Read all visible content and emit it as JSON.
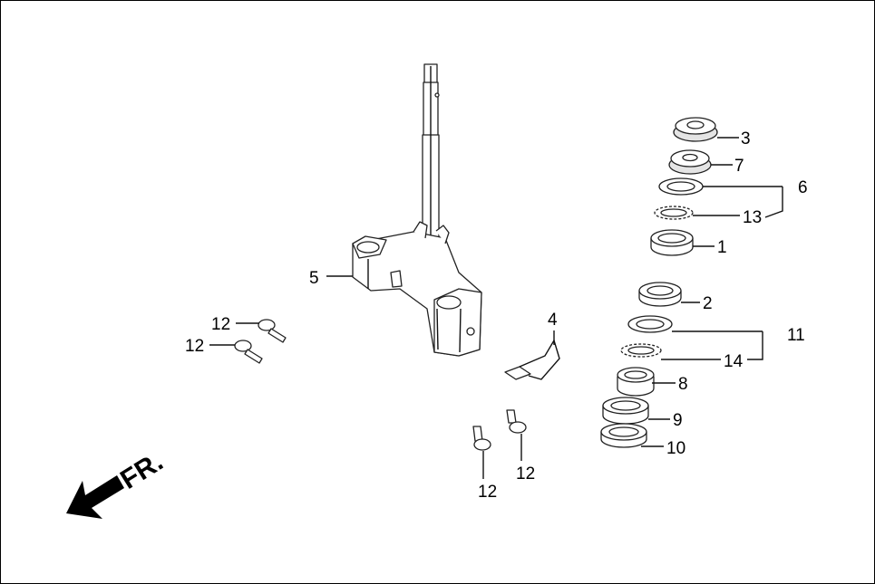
{
  "diagram": {
    "callouts": [
      {
        "id": "c3",
        "label": "3"
      },
      {
        "id": "c7",
        "label": "7"
      },
      {
        "id": "c6",
        "label": "6"
      },
      {
        "id": "c13",
        "label": "13"
      },
      {
        "id": "c1",
        "label": "1"
      },
      {
        "id": "c5",
        "label": "5"
      },
      {
        "id": "c2",
        "label": "2"
      },
      {
        "id": "c4",
        "label": "4"
      },
      {
        "id": "c11",
        "label": "11"
      },
      {
        "id": "c14",
        "label": "14"
      },
      {
        "id": "c8",
        "label": "8"
      },
      {
        "id": "c9",
        "label": "9"
      },
      {
        "id": "c10",
        "label": "10"
      },
      {
        "id": "c12a",
        "label": "12"
      },
      {
        "id": "c12b",
        "label": "12"
      },
      {
        "id": "c12c",
        "label": "12"
      },
      {
        "id": "c12d",
        "label": "12"
      }
    ],
    "front_label": "FR."
  }
}
